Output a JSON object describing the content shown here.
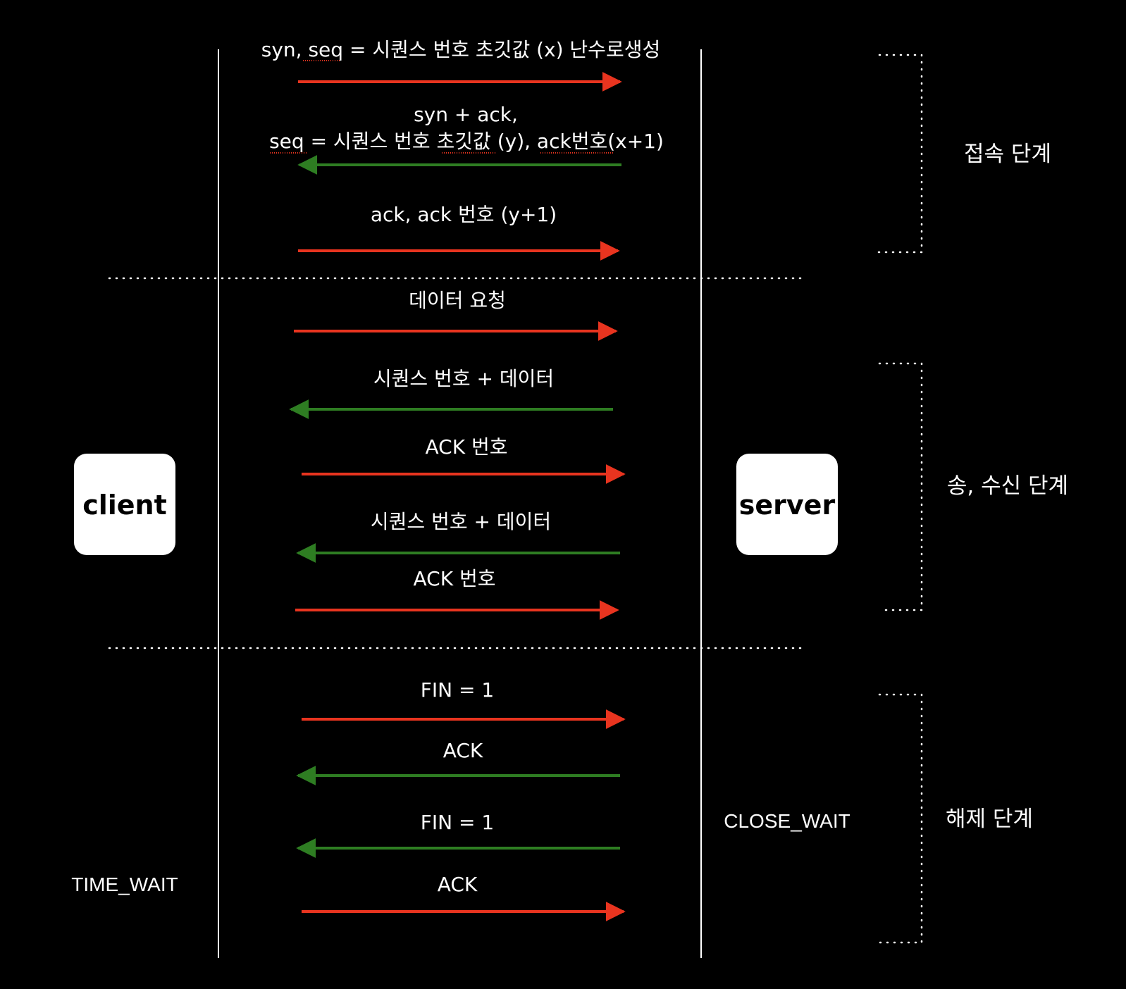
{
  "participants": {
    "client": {
      "label": "client",
      "state": "TIME_WAIT"
    },
    "server": {
      "label": "server",
      "state": "CLOSE_WAIT"
    }
  },
  "colors": {
    "to_server": "#e8341f",
    "to_client": "#2e7d22",
    "background": "#000000",
    "foreground": "#ffffff"
  },
  "phases": [
    {
      "label": "접속 단계"
    },
    {
      "label": "송, 수신 단계"
    },
    {
      "label": "해제 단계"
    }
  ],
  "messages": [
    {
      "lines": [
        "syn, seq = 시퀀스 번호 초깃값 (x) 난수로생성"
      ],
      "direction": "to_server"
    },
    {
      "lines": [
        "syn + ack,",
        "seq = 시퀀스 번호 초깃값 (y), ack번호(x+1)"
      ],
      "direction": "to_client"
    },
    {
      "lines": [
        "ack, ack 번호 (y+1)"
      ],
      "direction": "to_server"
    },
    {
      "lines": [
        "데이터 요청"
      ],
      "direction": "to_server"
    },
    {
      "lines": [
        "시퀀스 번호 + 데이터"
      ],
      "direction": "to_client"
    },
    {
      "lines": [
        "ACK 번호"
      ],
      "direction": "to_server"
    },
    {
      "lines": [
        "시퀀스 번호 + 데이터"
      ],
      "direction": "to_client"
    },
    {
      "lines": [
        "ACK 번호"
      ],
      "direction": "to_server"
    },
    {
      "lines": [
        "FIN = 1"
      ],
      "direction": "to_server"
    },
    {
      "lines": [
        "ACK"
      ],
      "direction": "to_client"
    },
    {
      "lines": [
        "FIN = 1"
      ],
      "direction": "to_client"
    },
    {
      "lines": [
        "ACK"
      ],
      "direction": "to_server"
    }
  ]
}
